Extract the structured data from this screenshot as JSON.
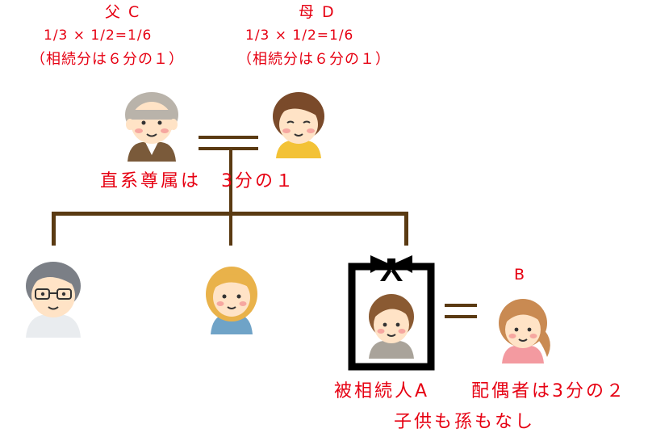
{
  "father": {
    "label": "父 C",
    "calc": "1/3 × 1/2=1/6",
    "share": "（相続分は６分の１）"
  },
  "mother": {
    "label": "母 D",
    "calc": "1/3 × 1/2=1/6",
    "share": "（相続分は６分の１）"
  },
  "ascendants_note": "直系尊属は　3分の１",
  "spouse": {
    "label": "B",
    "note": "配偶者は3分の２"
  },
  "deceased": {
    "label": "被相続人A",
    "note": "子供も孫もなし"
  },
  "colors": {
    "text": "#e60012",
    "line": "#5a3a12",
    "frame": "#000000",
    "skin": "#ffe3c6",
    "cheek": "#f6a7a0"
  },
  "icons": {
    "father": "grandfather-icon",
    "mother": "grandmother-icon",
    "sibling1": "man-with-glasses-icon",
    "sibling2": "woman-icon",
    "deceased": "young-man-portrait-icon",
    "spouse": "young-woman-icon",
    "ribbon": "mourning-ribbon-icon"
  }
}
